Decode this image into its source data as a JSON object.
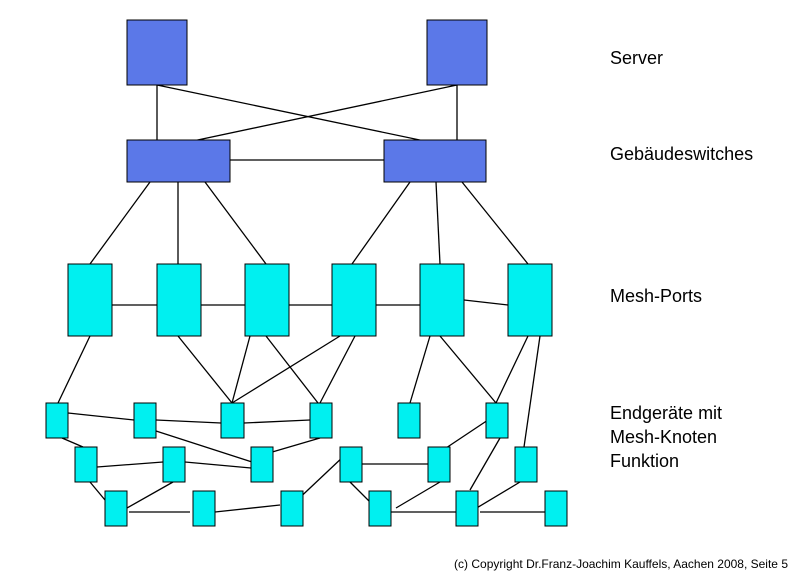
{
  "labels": {
    "server": "Server",
    "switches": "Gebäudeswitches",
    "mesh_ports": "Mesh-Ports",
    "endgeraete_line1": "Endgeräte mit",
    "endgeraete_line2": "Mesh-Knoten",
    "endgeraete_line3": "Funktion"
  },
  "copyright": "(c) Copyright  Dr.Franz-Joachim Kauffels, Aachen 2008, Seite 5",
  "colors": {
    "server_fill": "#5b78e8",
    "switch_fill": "#5b78e8",
    "mesh_fill": "#00f0f0",
    "stroke": "#000000"
  }
}
